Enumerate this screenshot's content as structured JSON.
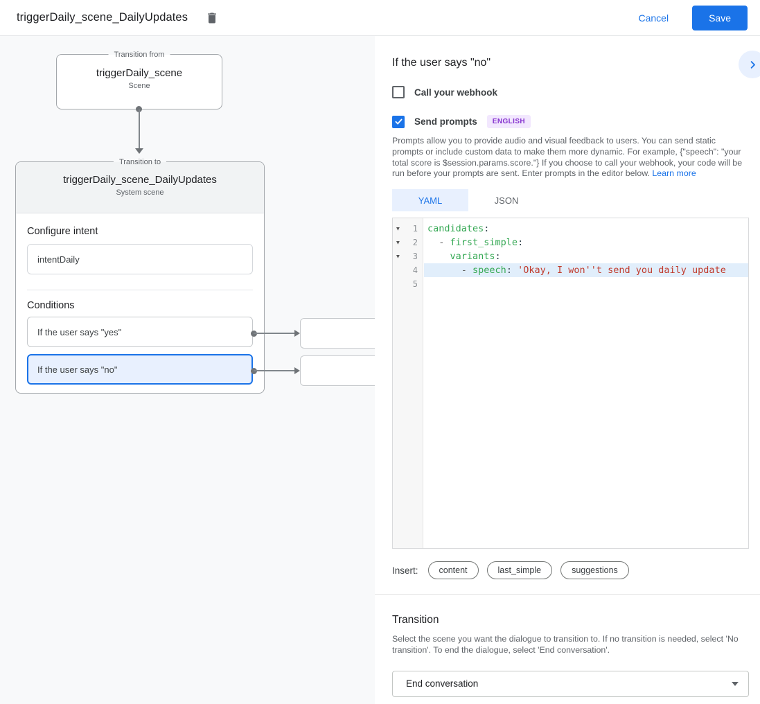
{
  "header": {
    "title": "triggerDaily_scene_DailyUpdates",
    "cancel_label": "Cancel",
    "save_label": "Save"
  },
  "canvas": {
    "transition_from": {
      "legend": "Transition from",
      "title": "triggerDaily_scene",
      "subtitle": "Scene"
    },
    "transition_to": {
      "legend": "Transition to",
      "title": "triggerDaily_scene_DailyUpdates",
      "subtitle": "System scene",
      "configure_intent_label": "Configure intent",
      "intent_value": "intentDaily",
      "conditions_label": "Conditions",
      "conditions": [
        {
          "label": "If the user says \"yes\"",
          "selected": false
        },
        {
          "label": "If the user says \"no\"",
          "selected": true
        }
      ]
    }
  },
  "panel": {
    "title": "If the user says \"no\"",
    "webhook_label": "Call your webhook",
    "webhook_checked": false,
    "send_prompts_label": "Send prompts",
    "send_prompts_checked": true,
    "language_badge": "ENGLISH",
    "description": "Prompts allow you to provide audio and visual feedback to users. You can send static prompts or include custom data to make them more dynamic. For example, {\"speech\": \"your total score is $session.params.score.\"} If you choose to call your webhook, your code will be run before your prompts are sent. Enter prompts in the editor below. ",
    "learn_more_label": "Learn more",
    "tabs": [
      {
        "label": "YAML",
        "active": true
      },
      {
        "label": "JSON",
        "active": false
      }
    ],
    "editor": {
      "lines": [
        {
          "number": 1,
          "foldable": true,
          "highlighted": false,
          "tokens": [
            {
              "t": "key",
              "v": "candidates"
            },
            {
              "t": "punc",
              "v": ":"
            }
          ]
        },
        {
          "number": 2,
          "foldable": true,
          "highlighted": false,
          "tokens": [
            {
              "t": "plain",
              "v": "  "
            },
            {
              "t": "dash",
              "v": "- "
            },
            {
              "t": "key",
              "v": "first_simple"
            },
            {
              "t": "punc",
              "v": ":"
            }
          ]
        },
        {
          "number": 3,
          "foldable": true,
          "highlighted": false,
          "tokens": [
            {
              "t": "plain",
              "v": "    "
            },
            {
              "t": "key",
              "v": "variants"
            },
            {
              "t": "punc",
              "v": ":"
            }
          ]
        },
        {
          "number": 4,
          "foldable": false,
          "highlighted": true,
          "tokens": [
            {
              "t": "plain",
              "v": "      "
            },
            {
              "t": "dash",
              "v": "- "
            },
            {
              "t": "key",
              "v": "speech"
            },
            {
              "t": "punc",
              "v": ": "
            },
            {
              "t": "str",
              "v": "'Okay, I won''t send you daily update"
            }
          ]
        },
        {
          "number": 5,
          "foldable": false,
          "highlighted": false,
          "tokens": []
        }
      ]
    },
    "insert_label": "Insert:",
    "insert_chips": [
      "content",
      "last_simple",
      "suggestions"
    ],
    "transition": {
      "title": "Transition",
      "description": "Select the scene you want the dialogue to transition to. If no transition is needed, select 'No transition'. To end the dialogue, select 'End conversation'.",
      "dropdown_value": "End conversation"
    }
  },
  "icons": {
    "delete": "trash-icon",
    "panel_collapse": "chevron-right-icon",
    "checkbox_check": "check-icon",
    "dropdown": "caret-down-icon",
    "code_fold": "fold-arrow-icon"
  },
  "colors": {
    "accent_blue": "#1a73e8",
    "light_blue_bg": "#e8f0fe",
    "canvas_bg": "#f8f9fa",
    "header_gray": "#f1f3f4",
    "badge_purple_text": "#8430ce",
    "badge_purple_bg": "#f2e7fe",
    "code_key_green": "#34a853",
    "code_string_red": "#c0392b",
    "code_highlight": "#e1eefb",
    "text_secondary": "#5f6368"
  }
}
